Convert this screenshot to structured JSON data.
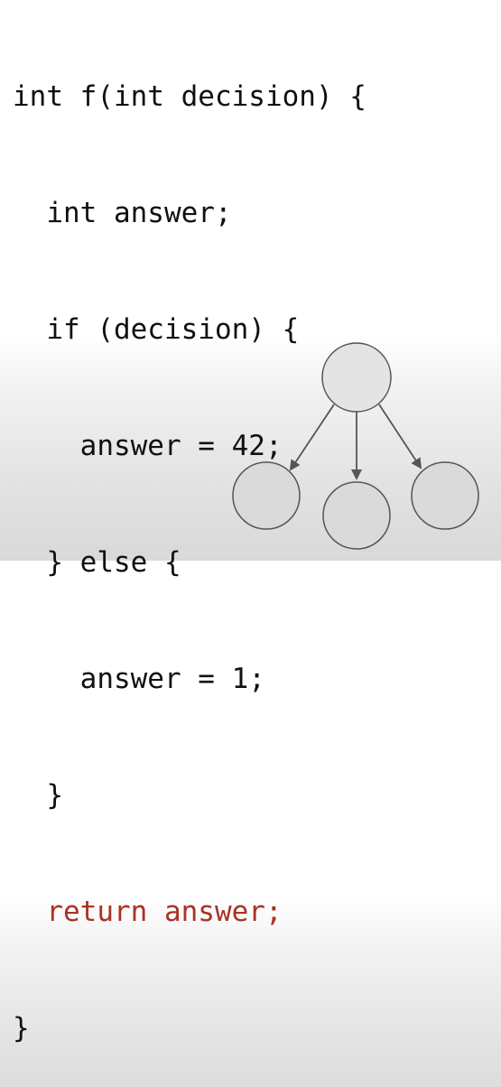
{
  "code": {
    "lines": [
      {
        "text": "int f(int decision) {",
        "highlight": false
      },
      {
        "text": "  int answer;",
        "highlight": false
      },
      {
        "text": "  if (decision) {",
        "highlight": false
      },
      {
        "text": "    answer = 42;",
        "highlight": false
      },
      {
        "text": "  } else {",
        "highlight": false
      },
      {
        "text": "    answer = 1;",
        "highlight": false
      },
      {
        "text": "  }",
        "highlight": false
      },
      {
        "text": "  return answer;",
        "highlight": true
      },
      {
        "text": "}",
        "highlight": false
      }
    ],
    "colors": {
      "text": "#111111",
      "highlight": "#a93226"
    }
  },
  "tree": {
    "colors": {
      "root_fill": "#e4e4e4",
      "child_fill": "#dadada",
      "stroke": "#555555",
      "edge": "#555555"
    }
  }
}
